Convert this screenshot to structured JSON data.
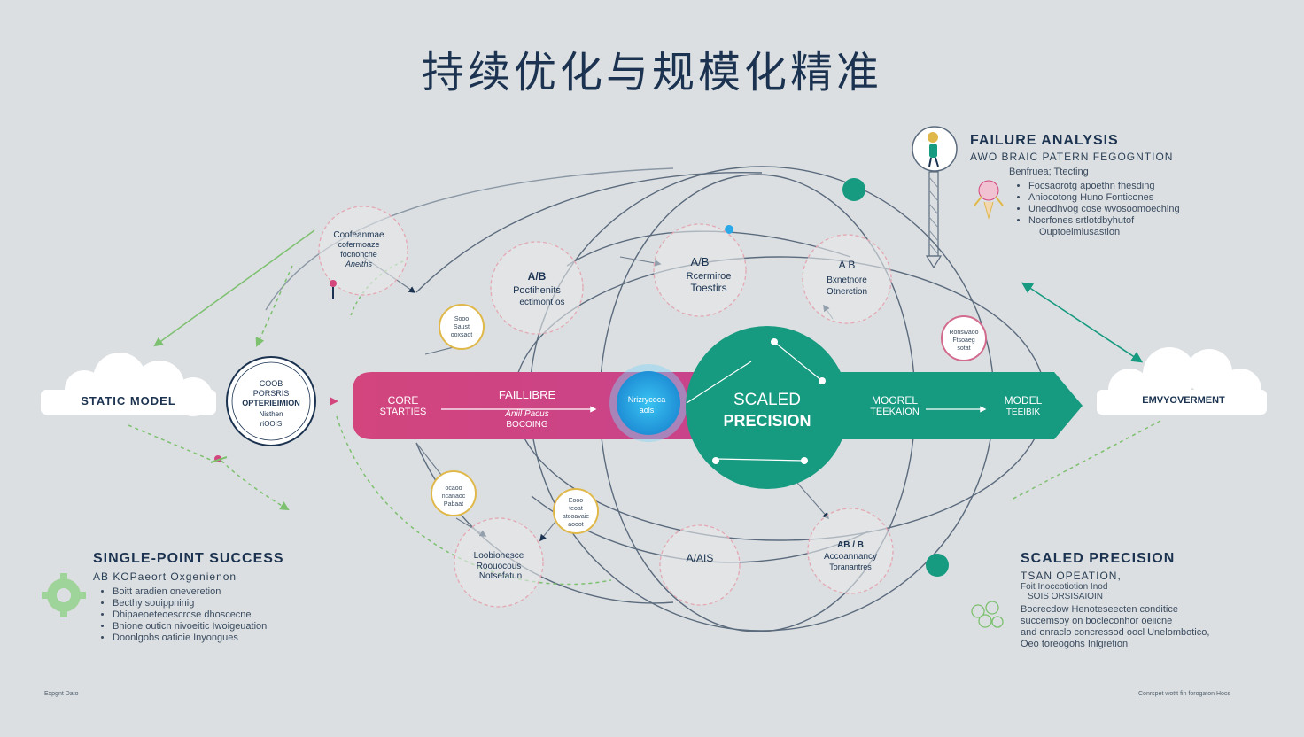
{
  "title": "持续优化与规模化精准",
  "clouds": {
    "left": "STATIC MODEL",
    "right": "EMVYOVERMENT"
  },
  "core_circle": [
    "COOB",
    "PORSRIS",
    "OPTERIEIMION",
    "Nisthen",
    "riOOIS"
  ],
  "band": {
    "left_top": "CORE",
    "left_bottom": "STARTIES",
    "middle_top": "FAILLIBRE",
    "middle_mid": "Aniil Pacus",
    "middle_bottom": "BOCOING",
    "blue_top": "Nrizrycoca",
    "blue_bottom": "aols",
    "center_top": "SCALED",
    "center_bottom": "PRECISION",
    "right_top": "MOOREL",
    "right_bottom": "TEEKAION",
    "far_right_top": "MODEL",
    "far_right_bottom": "TEEIBIK"
  },
  "circles": {
    "top_left": [
      "Coofeanmae",
      "cofermoaze",
      "focnohche",
      "Aneiths"
    ],
    "ab_left": [
      "A/B",
      "Poctihenits",
      "ectimont os"
    ],
    "ab_top": [
      "A/B",
      "Rcermiroe",
      "Toestirs"
    ],
    "ab_right": [
      "A B",
      "Bxnetnore",
      "Otnerction"
    ],
    "bottom_left": [
      "Loobionesce",
      "Roouocous",
      "Notsefatun"
    ],
    "bottom_mid": [
      "A/AIS"
    ],
    "bottom_right": [
      "AB / B",
      "Accoannancy",
      "Toranantres"
    ],
    "small_y1": [
      "Sooo",
      "Saust",
      "ooxsaot"
    ],
    "small_y2": [
      "ocaoo",
      "ncanaoc",
      "Pabaat"
    ],
    "small_y3": [
      "Eooo",
      "teoat",
      "atooavaie",
      "aooot"
    ],
    "small_pink": [
      "Ronswaoo",
      "Ftsoaeg",
      "sotat"
    ]
  },
  "failure": {
    "heading": "FAILURE ANALYSIS",
    "subheading": "AWO BRAIC PATERN FEGOGNTION",
    "lead": "Benfruea; Ttecting",
    "bullets": [
      "Focsaorotg apoethn fhesding",
      "Aniocotong Huno Fonticones",
      "Uneodhvog cose wvosoomoeching",
      "Nocrfones srtlotdbyhutof"
    ],
    "last": "Ouptoeimiusastion"
  },
  "single": {
    "heading": "SINGLE-POINT SUCCESS",
    "subheading": "AB KOPaeort Oxgenienon",
    "bullets": [
      "Boitt aradien oneveretion",
      "Becthy souippninig",
      "Dhipaeoeteoescrcse dhoscecne",
      "Bnione outicn nivoeitic Iwoigeuation",
      "Doonlgobs oatioie Inyongues"
    ]
  },
  "scaled": {
    "heading": "SCALED PRECISION",
    "sub1": "TSAN OPEATION,",
    "sub2": "Foit Inoceotiotion Inod",
    "sub3": "SOIS ORSISAIOIN",
    "lines": [
      "Bocrecdow Henoteseecten conditice",
      "succemsoy on bocleconhor oeiicne",
      "and onraclo concressod oocl Unelombotico,",
      "Oeo toreogohs Inlgretion"
    ]
  },
  "footer": {
    "left": "Expgnt Dato",
    "right": "Conrspet wottt fin forogaton Hocs"
  },
  "colors": {
    "background": "#dcdfe1",
    "navy": "#1b3350",
    "magenta": "#d2457d",
    "teal": "#169a80",
    "blue": "#2aa8e8",
    "green_arrow": "#7dc070",
    "gold": "#e0b84a",
    "pink_dash": "#e3a8b3"
  }
}
